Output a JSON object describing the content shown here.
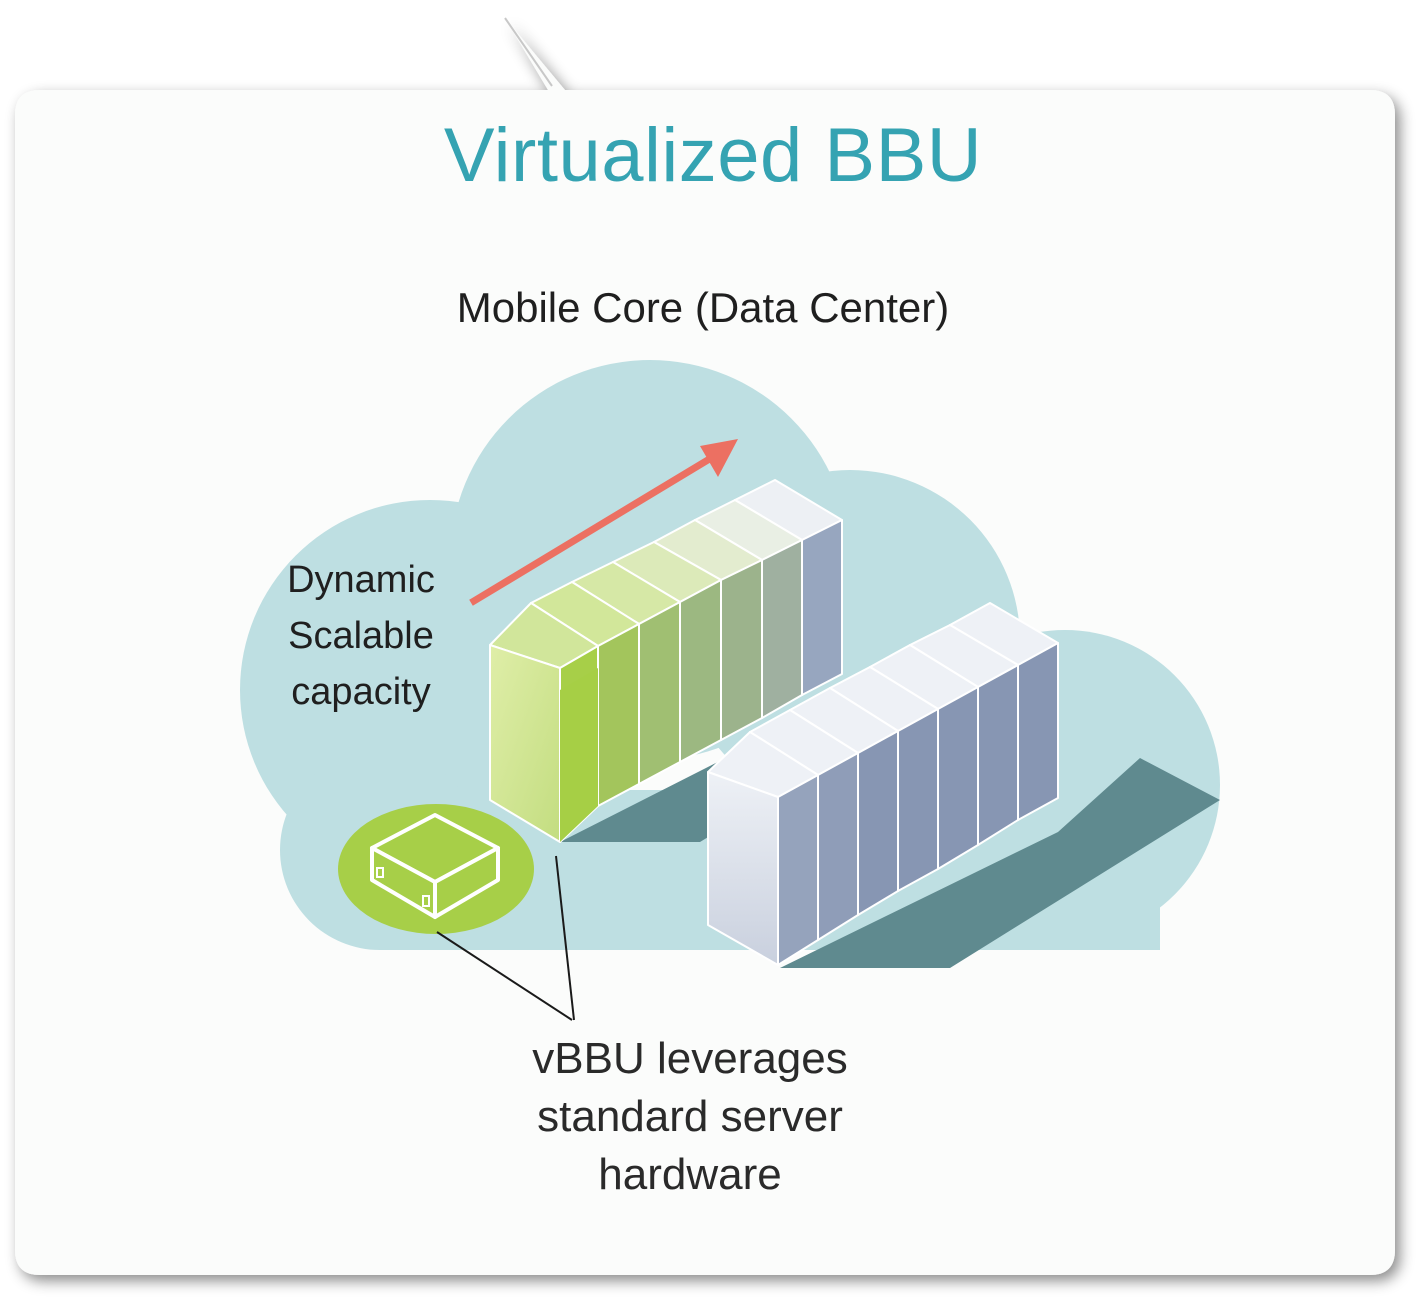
{
  "title": "Virtualized BBU",
  "subtitle": "Mobile Core (Data Center)",
  "capacity_label": [
    "Dynamic",
    "Scalable",
    "capacity"
  ],
  "hardware_note": [
    "vBBU leverages",
    "standard server",
    "hardware"
  ],
  "colors": {
    "card": "#fbfcfb",
    "title": "#35a3b2",
    "cloud": "#bedfe2",
    "shadow": "#5f8a8f",
    "arrow": "#ec7062",
    "green": "#a7cf48",
    "server_blue": "#8796b3"
  }
}
